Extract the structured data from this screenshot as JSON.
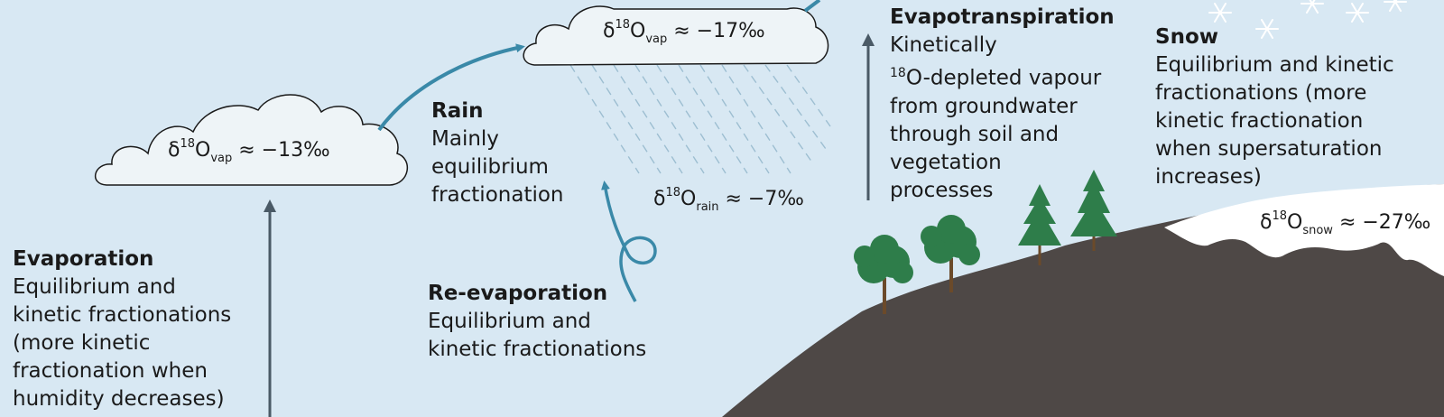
{
  "evaporation": {
    "heading": "Evaporation",
    "lines": [
      "Equilibrium and",
      "kinetic fractionations",
      "(more kinetic",
      "fractionation when",
      "humidity decreases)"
    ]
  },
  "rain": {
    "heading": "Rain",
    "lines": [
      "Mainly",
      "equilibrium",
      "fractionation"
    ]
  },
  "reevaporation": {
    "heading": "Re-evaporation",
    "lines": [
      "Equilibrium and",
      "kinetic fractionations"
    ]
  },
  "evapotranspiration": {
    "heading": "Evapotranspiration",
    "line1": "Kinetically",
    "line2_sup": "18",
    "line2_rest": "O-depleted vapour",
    "lines": [
      "from groundwater",
      "through soil and",
      "vegetation",
      "processes"
    ]
  },
  "snow": {
    "heading": "Snow",
    "lines": [
      "Equilibrium and kinetic",
      "fractionations (more",
      "kinetic fractionation",
      "when supersaturation",
      "increases)"
    ]
  },
  "values": {
    "vap1": {
      "delta": "δ",
      "sup": "18",
      "el": "O",
      "sub": "vap",
      "rest": " ≈ −13‰"
    },
    "vap2": {
      "delta": "δ",
      "sup": "18",
      "el": "O",
      "sub": "vap",
      "rest": " ≈ −17‰"
    },
    "rain": {
      "delta": "δ",
      "sup": "18",
      "el": "O",
      "sub": "rain",
      "rest": " ≈ −7‰"
    },
    "snow": {
      "delta": "δ",
      "sup": "18",
      "el": "O",
      "sub": "snow",
      "rest": " ≈ −27‰"
    }
  },
  "colors": {
    "background": "#d8e8f3",
    "cloud": "#eef4f7",
    "arrow_blue": "#3a89a8",
    "arrow_dark": "#4a5a66",
    "ground": "#4e4846",
    "tree_green": "#2e7d4a",
    "snow": "#ffffff"
  }
}
